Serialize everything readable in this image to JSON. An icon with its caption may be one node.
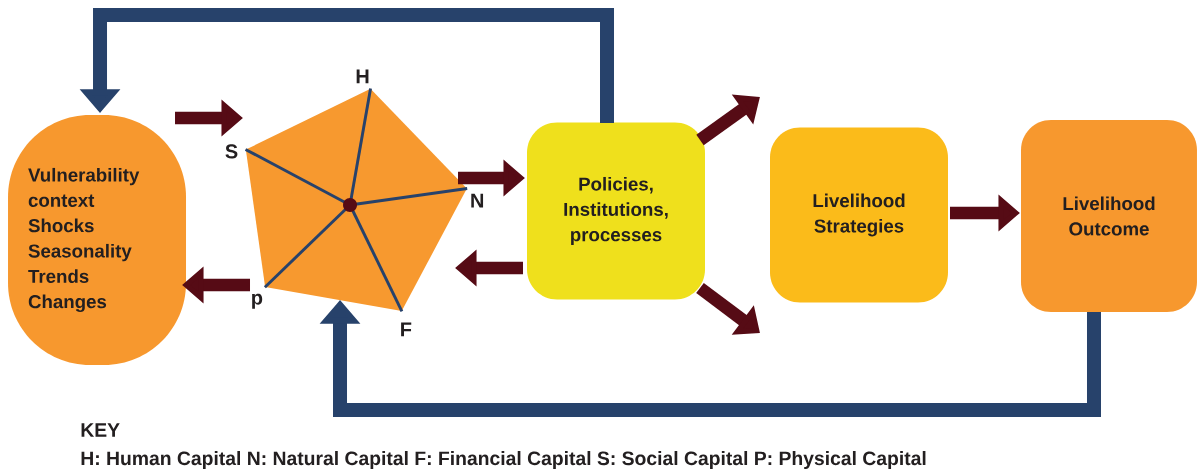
{
  "diagram": {
    "nodes": [
      {
        "text": [
          "Vulnerability context",
          "Shocks",
          "Seasonality",
          "Trends",
          "Changes"
        ]
      },
      {
        "text": [],
        "shape": "pentagon",
        "beside": [
          "H",
          "S",
          "N",
          "F",
          "p"
        ]
      },
      {
        "text": [
          "Policies, Institutions, processes"
        ]
      },
      {
        "text": [
          "Livelihood Strategies"
        ]
      },
      {
        "text": [
          "Livelihood Outcome"
        ]
      }
    ],
    "edges": [
      {
        "from": 0,
        "to": 1,
        "arrow": "to"
      },
      {
        "from": 1,
        "to": 0,
        "arrow": "to"
      },
      {
        "from": 1,
        "to": 2,
        "arrow": "to"
      },
      {
        "from": 2,
        "to": 1,
        "arrow": "to"
      },
      {
        "from": 2,
        "to": 3,
        "arrow": "to"
      },
      {
        "from": 2,
        "to": 3,
        "arrow": "to"
      },
      {
        "from": 3,
        "to": 4,
        "arrow": "to"
      },
      {
        "from": 2,
        "to": 0,
        "arrow": "to",
        "color": "#27426b"
      },
      {
        "from": 4,
        "to": 1,
        "arrow": "to",
        "color": "#27426b"
      }
    ],
    "labels": [
      "KEY",
      "H: Human Capital N: Natural Capital F: Financial Capital S: Social Capital P: Physical Capital"
    ]
  }
}
